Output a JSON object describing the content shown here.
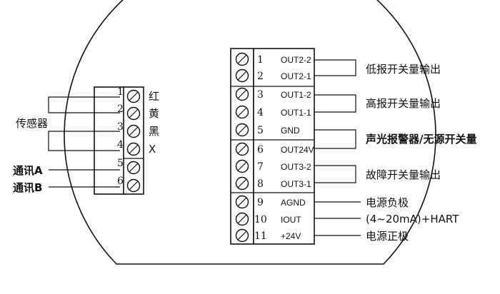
{
  "left_block": {
    "terminals": [
      {
        "number": "1",
        "color": "红"
      },
      {
        "number": "2",
        "color": "黄"
      },
      {
        "number": "3",
        "color": "黑"
      },
      {
        "number": "4",
        "color": "X"
      },
      {
        "number": "5",
        "color": ""
      },
      {
        "number": "6",
        "color": ""
      }
    ],
    "sensor_label": "传感器",
    "comm_a_label": "通讯A",
    "comm_b_label": "通讯B"
  },
  "right_block": {
    "terminals": [
      {
        "number": "1",
        "signal": "OUT2-2"
      },
      {
        "number": "2",
        "signal": "OUT2-1"
      },
      {
        "number": "3",
        "signal": "OUT1-2"
      },
      {
        "number": "4",
        "signal": "OUT1-1"
      },
      {
        "number": "5",
        "signal": "GND"
      },
      {
        "number": "6",
        "signal": "OUT24V"
      },
      {
        "number": "7",
        "signal": "OUT3-2"
      },
      {
        "number": "8",
        "signal": "OUT3-1"
      },
      {
        "number": "9",
        "signal": "AGND"
      },
      {
        "number": "10",
        "signal": "IOUT"
      },
      {
        "number": "11",
        "signal": "+24V"
      }
    ],
    "functions": {
      "low_alarm": "低报开关量输出",
      "high_alarm": "高报开关量输出",
      "sound_light": "声光报警器/无源开关量",
      "fault": "故障开关量输出",
      "power_negative": "电源负极",
      "current_output": "(4~20mA)+HART",
      "power_positive": "电源正极"
    }
  }
}
